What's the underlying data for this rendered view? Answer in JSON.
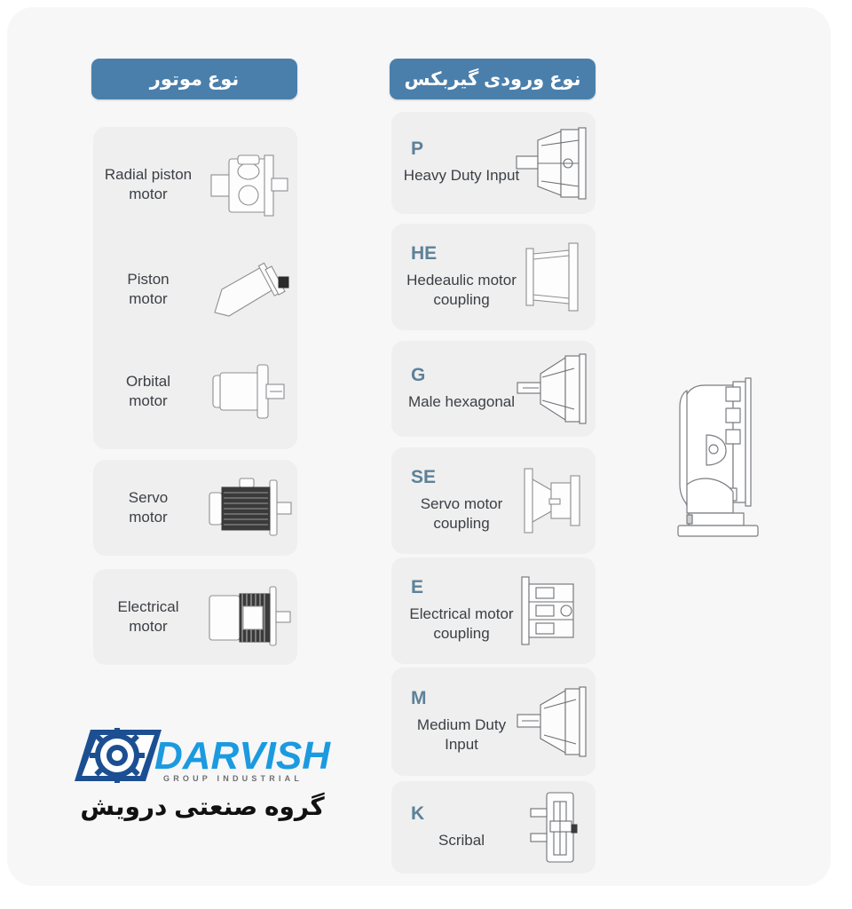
{
  "columns": {
    "motor": {
      "header": "نوع موتور",
      "header_color": "#4a7fab",
      "groups": [
        {
          "name": "hydraulic-motors",
          "items": [
            {
              "label_line1": "Radial piston",
              "label_line2": "motor",
              "icon": "radial-piston-motor-icon"
            },
            {
              "label_line1": "Piston",
              "label_line2": "motor",
              "icon": "piston-motor-icon"
            },
            {
              "label_line1": "Orbital",
              "label_line2": "motor",
              "icon": "orbital-motor-icon"
            }
          ]
        },
        {
          "name": "servo-motor",
          "items": [
            {
              "label_line1": "Servo",
              "label_line2": "motor",
              "icon": "servo-motor-icon"
            }
          ]
        },
        {
          "name": "electrical-motor",
          "items": [
            {
              "label_line1": "Electrical",
              "label_line2": "motor",
              "icon": "electrical-motor-icon"
            }
          ]
        }
      ]
    },
    "gearbox_input": {
      "header": "نوع ورودی گیربکس",
      "header_color": "#4a7fab",
      "code_color": "#5d8199",
      "items": [
        {
          "code": "P",
          "label_line1": "Heavy Duty Input",
          "label_line2": "",
          "icon": "heavy-duty-input-icon"
        },
        {
          "code": "HE",
          "label_line1": "Hedeaulic motor",
          "label_line2": "coupling",
          "icon": "hydraulic-motor-coupling-icon"
        },
        {
          "code": "G",
          "label_line1": "Male hexagonal",
          "label_line2": "",
          "icon": "male-hexagonal-icon"
        },
        {
          "code": "SE",
          "label_line1": "Servo motor",
          "label_line2": "coupling",
          "icon": "servo-motor-coupling-icon"
        },
        {
          "code": "E",
          "label_line1": "Electrical motor",
          "label_line2": "coupling",
          "icon": "electrical-motor-coupling-icon"
        },
        {
          "code": "M",
          "label_line1": "Medium Duty",
          "label_line2": "Input",
          "icon": "medium-duty-input-icon"
        },
        {
          "code": "K",
          "label_line1": "Scribal",
          "label_line2": "",
          "icon": "scribal-icon"
        }
      ]
    }
  },
  "gearbox_drawing": {
    "name": "gearbox-housing-drawing"
  },
  "logo": {
    "brand": "DARVISH",
    "tagline": "GROUP INDUSTRIAL",
    "persian": "گروه صنعتی درویش",
    "brand_color": "#1b9ae0",
    "mark_color": "#1c4f92"
  }
}
